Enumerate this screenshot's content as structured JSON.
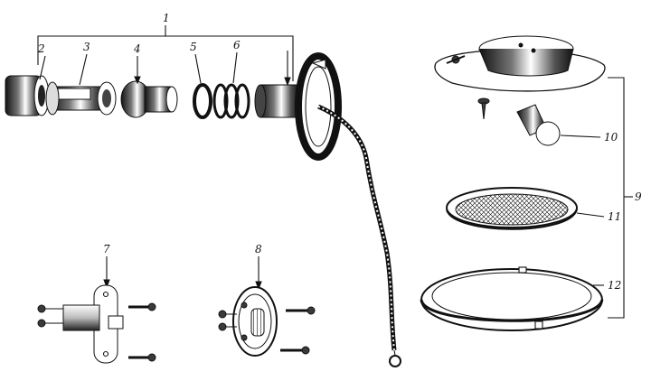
{
  "figure": {
    "callouts": [
      {
        "id": "1",
        "text": "1"
      },
      {
        "id": "2",
        "text": "2"
      },
      {
        "id": "3",
        "text": "3"
      },
      {
        "id": "4",
        "text": "4"
      },
      {
        "id": "5",
        "text": "5"
      },
      {
        "id": "6",
        "text": "6"
      },
      {
        "id": "7",
        "text": "7"
      },
      {
        "id": "8",
        "text": "8"
      },
      {
        "id": "9",
        "text": "9"
      },
      {
        "id": "10",
        "text": "10"
      },
      {
        "id": "11",
        "text": "11"
      },
      {
        "id": "12",
        "text": "12"
      }
    ]
  }
}
